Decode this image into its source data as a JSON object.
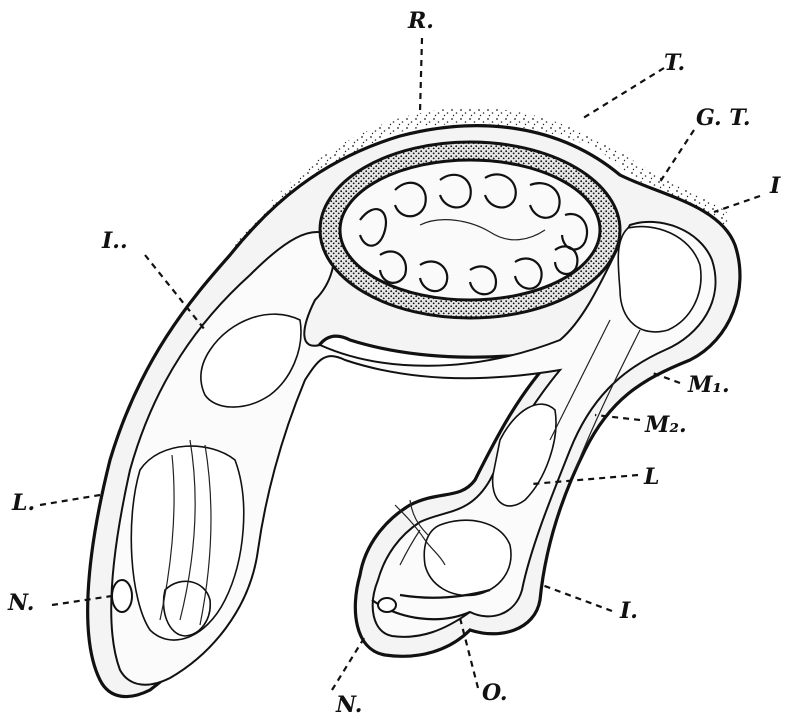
{
  "labels": {
    "R": "R.",
    "T": "T.",
    "GT": "G. T.",
    "I_top_right": "I",
    "I_left": "I..",
    "M1": "M₁.",
    "M2": "M₂.",
    "L_right": "L",
    "L_left": "L.",
    "N_left": "N.",
    "I_bottom": "I.",
    "N_bottom": "N.",
    "O": "O."
  },
  "icons": {
    "specimen": "biological-cross-section-drawing",
    "dots": "stippling-texture"
  }
}
